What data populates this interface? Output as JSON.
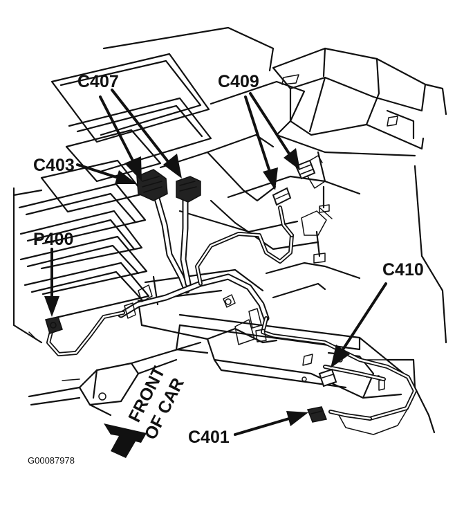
{
  "labels": {
    "c407": "C407",
    "c409": "C409",
    "c403": "C403",
    "p400": "P400",
    "c410": "C410",
    "c401": "C401"
  },
  "front_of_car": {
    "line1": "FRONT",
    "line2": "OF CAR"
  },
  "figure_id": "G00087978"
}
